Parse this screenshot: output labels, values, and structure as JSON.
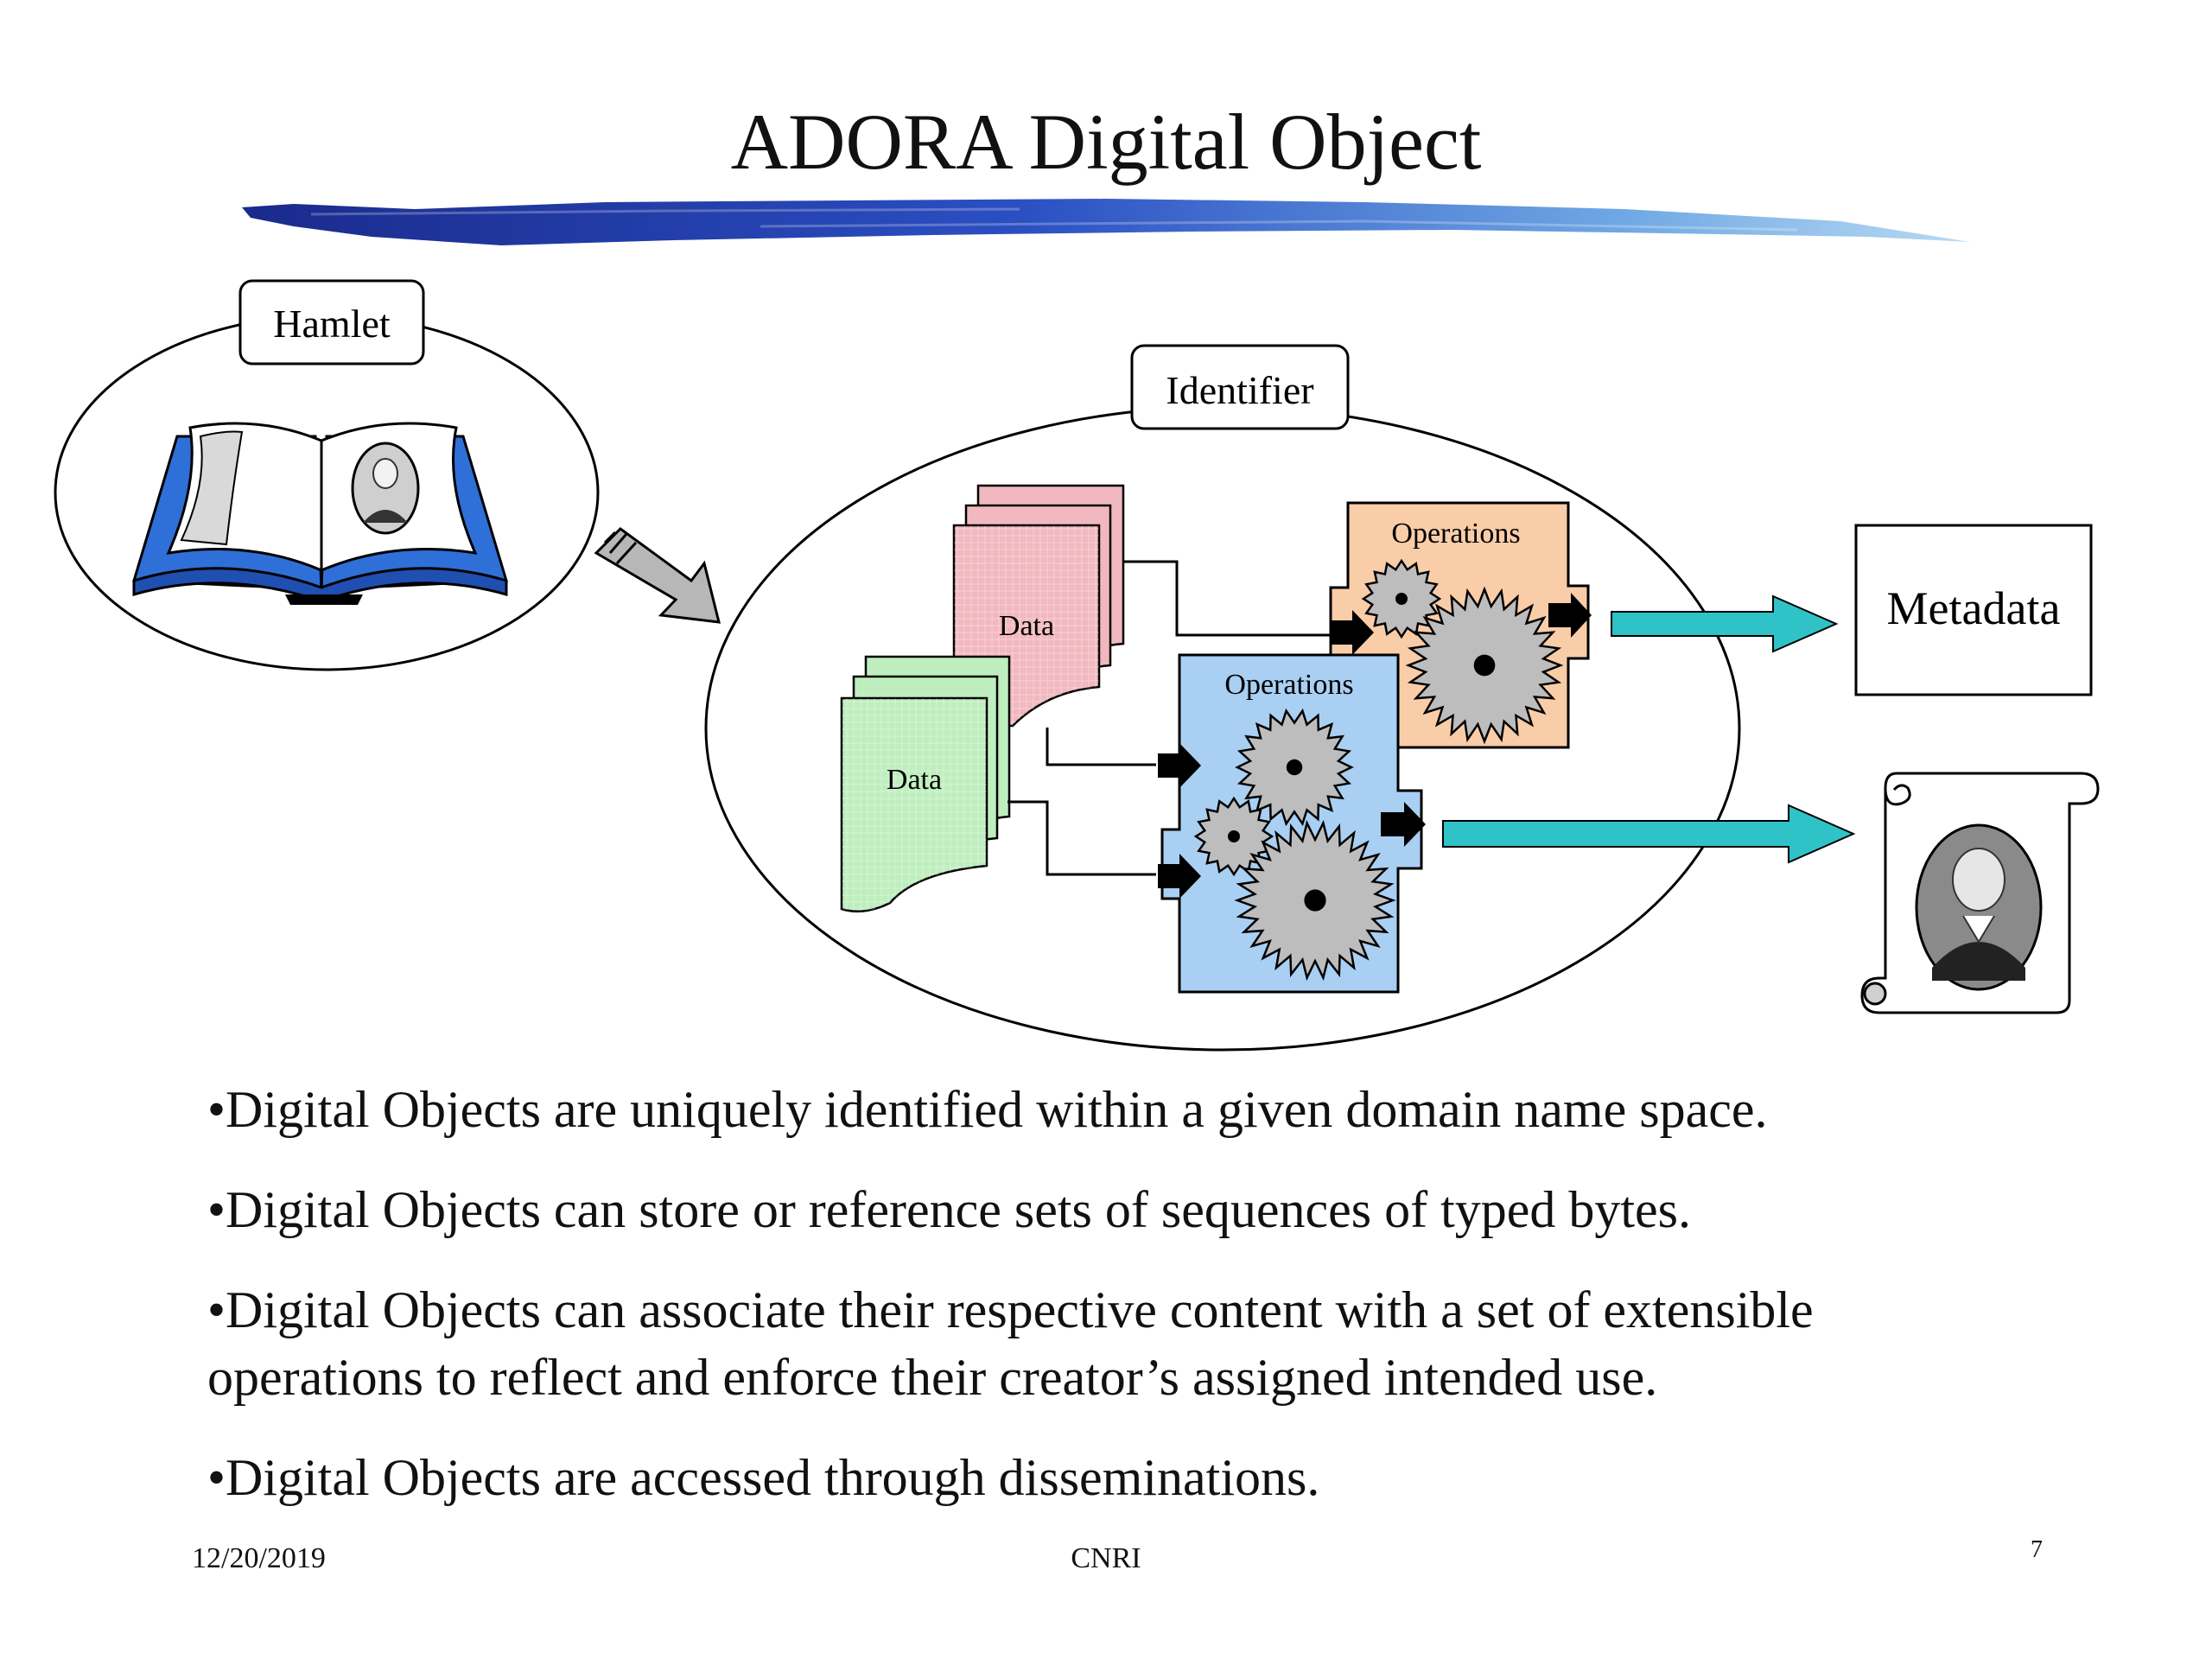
{
  "slide": {
    "title": "ADORA Digital Object"
  },
  "diagram": {
    "source_label": "Hamlet",
    "identifier_label": "Identifier",
    "data_label_top": "Data",
    "data_label_bottom": "Data",
    "operations_label_top": "Operations",
    "operations_label_bottom": "Operations",
    "metadata_label": "Metadata",
    "colors": {
      "data_top": "#f2b8bf",
      "data_bottom": "#bfeebe",
      "operations_top": "#f9cda8",
      "operations_bottom": "#a9cff2",
      "output_arrow": "#2fc3c8",
      "book_blue": "#2f6fd8",
      "brush_dark": "#1a2a8c",
      "brush_light": "#7ab7e8"
    }
  },
  "bullets": [
    "•Digital Objects are uniquely identified within a given domain name space.",
    "•Digital Objects can store or reference sets of sequences of typed bytes.",
    "•Digital Objects can associate their respective content with a set of extensible operations to reflect and enforce their creator’s assigned intended use.",
    "•Digital Objects are accessed through disseminations."
  ],
  "footer": {
    "date": "12/20/2019",
    "organization": "CNRI",
    "page_number": "7"
  }
}
